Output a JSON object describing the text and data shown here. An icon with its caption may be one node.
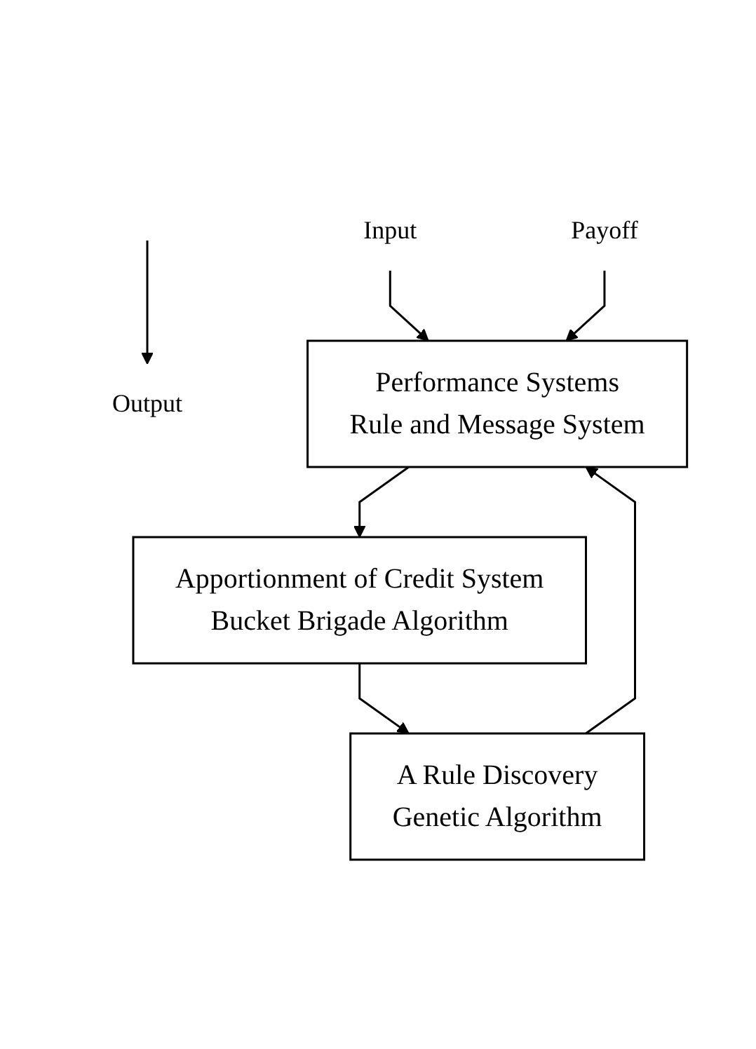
{
  "diagram": {
    "nodes": [
      {
        "text": [
          "Input"
        ]
      },
      {
        "text": [
          "Output"
        ]
      },
      {
        "text": [
          "Payoff"
        ]
      },
      {
        "text": [
          "Performance Systems",
          "Rule and Message System"
        ]
      },
      {
        "text": [
          "Apportionment of Credit System",
          "Bucket Brigade Algorithm"
        ]
      },
      {
        "text": [
          "A Rule Discovery",
          "Genetic Algorithm"
        ]
      }
    ],
    "edges": [
      {
        "from": 0,
        "to": 3,
        "arrow": "to"
      },
      {
        "from": null,
        "to": 1,
        "arrow": "to"
      },
      {
        "from": 2,
        "to": 3,
        "arrow": "to"
      },
      {
        "from": 3,
        "to": 4,
        "arrow": "to"
      },
      {
        "from": 4,
        "to": 5,
        "arrow": "to"
      },
      {
        "from": 5,
        "to": 3,
        "arrow": "to"
      }
    ]
  }
}
